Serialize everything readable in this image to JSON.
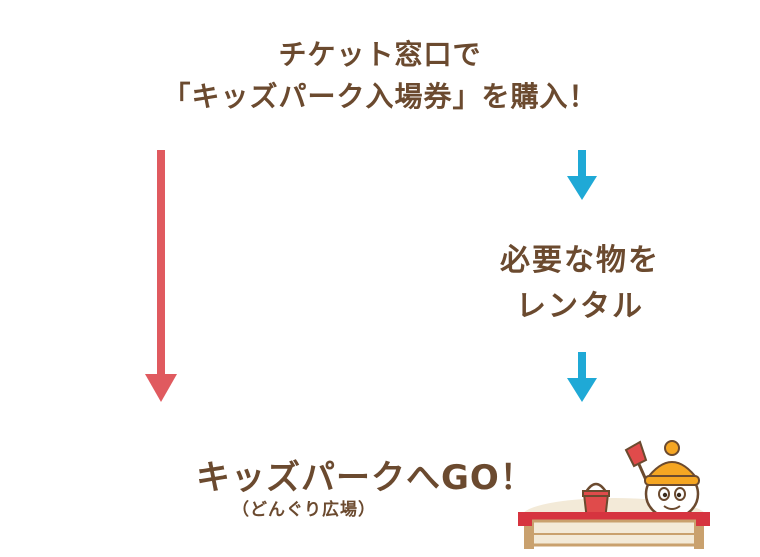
{
  "colors": {
    "text": "#6b4a2f",
    "arrow_red": "#e05a5f",
    "arrow_blue": "#1fa9d6",
    "bucket": "#e04b4b",
    "sandbox_rim": "#d6343f",
    "sandbox_wood": "#c9a16e",
    "sand": "#f3ead8",
    "hat": "#f5a623"
  },
  "step1": {
    "line1": "チケット窓口で",
    "line2": "「キッズパーク入場券」を購入！"
  },
  "step2": {
    "line1": "必要な物を",
    "line2": "レンタル"
  },
  "goal": {
    "title": "キッズパークへGO！",
    "subtitle": "（どんぐり広場）"
  },
  "icons": [
    "down-arrow-red-icon",
    "down-arrow-blue-icon",
    "sandbox-mascot-illustration"
  ]
}
